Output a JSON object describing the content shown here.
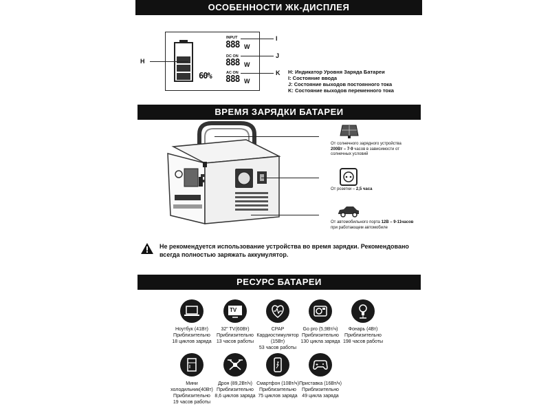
{
  "sections": {
    "lcd_title": "ОСОБЕННОСТИ ЖК-ДИСПЛЕЯ",
    "charge_title": "ВРЕМЯ ЗАРЯДКИ БАТАРЕИ",
    "resource_title": "РЕСУРС БАТАРЕИ"
  },
  "lcd": {
    "letters": {
      "h": "H",
      "i": "I",
      "j": "J",
      "k": "K"
    },
    "input_label": "INPUT",
    "dc_label": "DC ON",
    "ac_label": "AC ON",
    "digits": "888",
    "unit": "W",
    "percent": "60%",
    "legend": [
      "H: Индикатор Уровня Заряда Батареи",
      "I:  Состояние ввода",
      "J: Состояние выходов постоянного тока",
      "K: Состояние выходов переменного тока"
    ]
  },
  "charging": {
    "solar_line1": "От солнечного зарядного устройства",
    "solar_bold": "200Вт – 7-9",
    "solar_line2": " часов в зависимости от",
    "solar_line3": "солнечных условий",
    "outlet_text": "От розетки – ",
    "outlet_bold": "2,5 часа",
    "car_text": "От автомобильного порта ",
    "car_bold": "12В – 9-11часов",
    "car_line2": "при работающем автомобиле"
  },
  "warning": "Не рекомендуется использование устройства во время зарядки. Рекомендовано всегда полностью заряжать аккумулятор.",
  "devices_row1": [
    {
      "lines": [
        "Ноутбук (41Вт)",
        "Приблизительно",
        "18 циклов заряда"
      ]
    },
    {
      "lines": [
        "32\" TV(60Вт)",
        "Приблизительно",
        "13 часов работы"
      ]
    },
    {
      "lines": [
        "CPAP",
        "Кардиостимулятор",
        "(15Вт)",
        "53 часов работы"
      ]
    },
    {
      "lines": [
        "Go pro (5,9Вт/ч)",
        "Приблизительно",
        "130 цикла заряда"
      ]
    },
    {
      "lines": [
        "Фонарь (4Вт)",
        "Приблизительно",
        "198 часов работы"
      ]
    }
  ],
  "devices_row2": [
    {
      "lines": [
        "Мини",
        "холодильник(40Вт)",
        "Приблизительно",
        "19 часов работы"
      ]
    },
    {
      "lines": [
        "Дрон (89,2Вт/ч)",
        "Приблизительно",
        "8,6 циклов заряда"
      ]
    },
    {
      "lines": [
        "Смартфон (10Вт/ч)",
        "Приблизительно",
        "75 циклов заряда"
      ]
    },
    {
      "lines": [
        "Приставка (16Вт/ч)",
        "Приблизительно",
        "49 цикла заряда"
      ]
    }
  ],
  "icons": {
    "tv_label": "TV"
  }
}
